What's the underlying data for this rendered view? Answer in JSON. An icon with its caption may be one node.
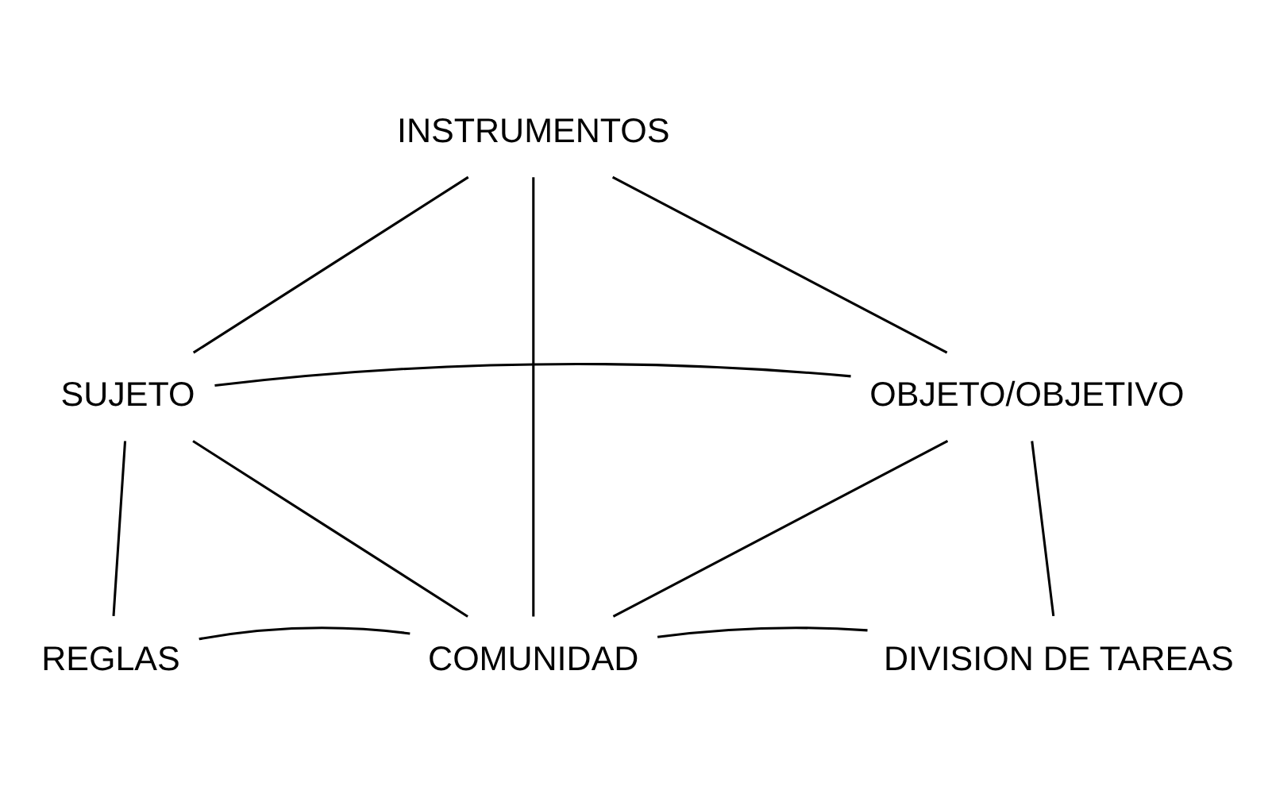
{
  "diagram": {
    "nodes": [
      {
        "text": [
          "INSTRUMENTOS"
        ]
      },
      {
        "text": [
          "SUJETO"
        ]
      },
      {
        "text": [
          "OBJETO/OBJETIVO"
        ]
      },
      {
        "text": [
          "REGLAS"
        ]
      },
      {
        "text": [
          "COMUNIDAD"
        ]
      },
      {
        "text": [
          "DIVISION DE TAREAS"
        ]
      }
    ],
    "edges": [
      {
        "from": 0,
        "to": 1,
        "arrow": "none"
      },
      {
        "from": 0,
        "to": 2,
        "arrow": "none"
      },
      {
        "from": 0,
        "to": 4,
        "arrow": "none"
      },
      {
        "from": 1,
        "to": 2,
        "arrow": "none"
      },
      {
        "from": 1,
        "to": 3,
        "arrow": "none"
      },
      {
        "from": 1,
        "to": 4,
        "arrow": "none"
      },
      {
        "from": 2,
        "to": 4,
        "arrow": "none"
      },
      {
        "from": 2,
        "to": 5,
        "arrow": "none"
      },
      {
        "from": 3,
        "to": 4,
        "arrow": "none"
      },
      {
        "from": 4,
        "to": 5,
        "arrow": "none"
      }
    ]
  }
}
